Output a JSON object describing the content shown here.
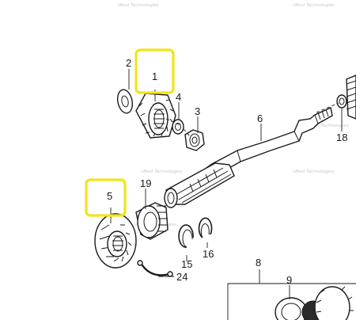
{
  "watermarks": [
    "vBest Technologies",
    "vBest Technologies",
    "vBest Technologies",
    "vBest Technologies",
    "vBest Technologies",
    "vBest Technologies"
  ],
  "callouts": {
    "c1": "1",
    "c2": "2",
    "c3": "3",
    "c4": "4",
    "c5": "5",
    "c6": "6",
    "c8": "8",
    "c9": "9",
    "c15": "15",
    "c16": "16",
    "c18": "18",
    "c19": "19",
    "c24": "24"
  },
  "highlighted_callouts": [
    "1",
    "5"
  ],
  "colors": {
    "highlight": "#f1e41b",
    "line": "#1a1a1a",
    "watermark": "#c8c8c8"
  }
}
